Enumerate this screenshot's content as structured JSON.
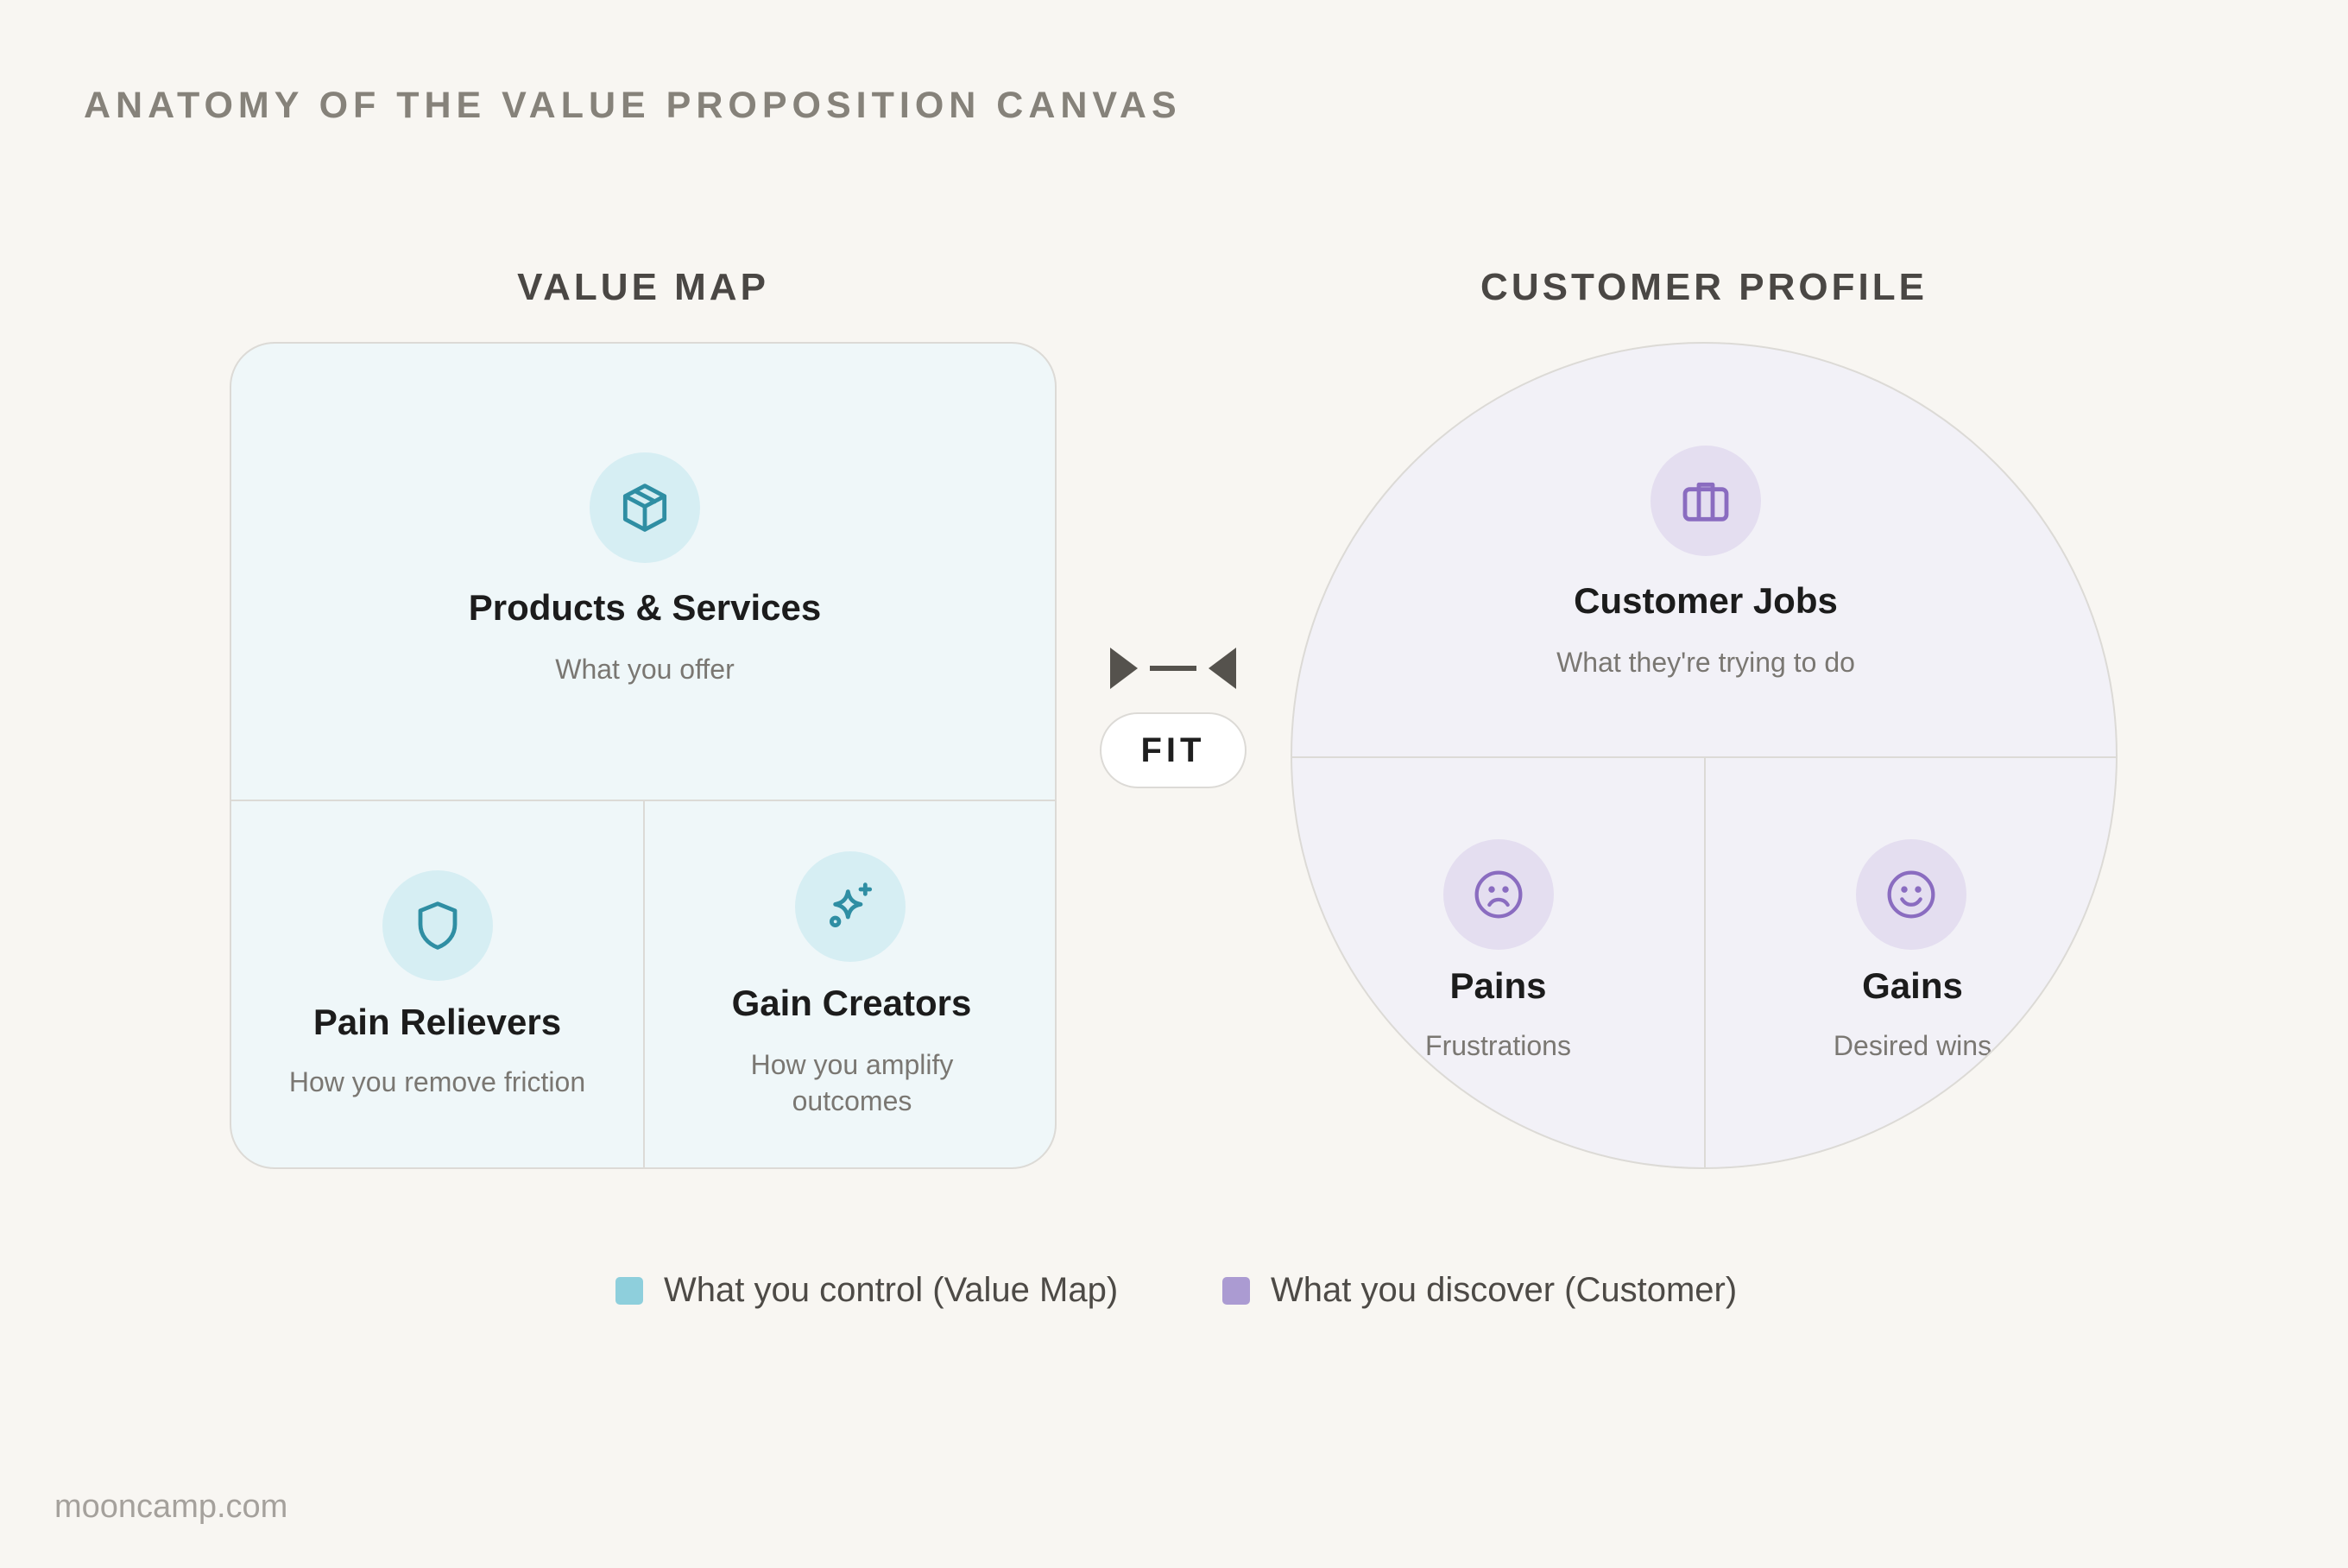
{
  "title": "ANATOMY OF THE VALUE PROPOSITION CANVAS",
  "value_map": {
    "heading": "VALUE MAP",
    "products": {
      "title": "Products & Services",
      "subtitle": "What you offer",
      "icon": "box-icon"
    },
    "pain_relievers": {
      "title": "Pain Relievers",
      "subtitle": "How you remove friction",
      "icon": "shield-icon"
    },
    "gain_creators": {
      "title": "Gain Creators",
      "subtitle": "How you amplify outcomes",
      "icon": "sparkle-icon"
    }
  },
  "customer_profile": {
    "heading": "CUSTOMER PROFILE",
    "jobs": {
      "title": "Customer Jobs",
      "subtitle": "What they're trying to do",
      "icon": "briefcase-icon"
    },
    "pains": {
      "title": "Pains",
      "subtitle": "Frustrations",
      "icon": "frown-icon"
    },
    "gains": {
      "title": "Gains",
      "subtitle": "Desired wins",
      "icon": "smile-icon"
    }
  },
  "fit_label": "FIT",
  "legend": [
    {
      "label": "What you control (Value Map)",
      "color": "#8ecfdc"
    },
    {
      "label": "What you discover (Customer)",
      "color": "#ab9bd2"
    }
  ],
  "colors": {
    "teal_icon": "#2f8ea3",
    "purple_icon": "#8a6cc0",
    "arrow": "#55524d"
  },
  "footer": "mooncamp.com"
}
